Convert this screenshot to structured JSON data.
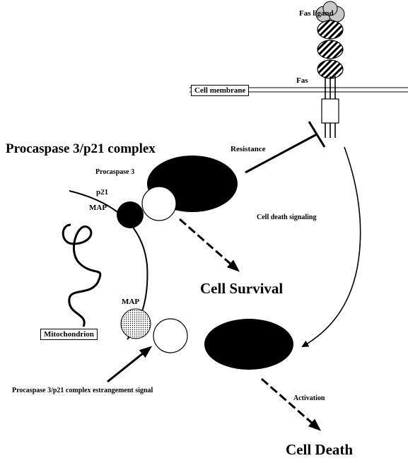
{
  "labels": {
    "fas_ligand": "Fas ligand",
    "fas": "Fas",
    "cell_membrane": "Cell membrane",
    "complex_title": "Procaspase 3/p21 complex",
    "resistance": "Resistance",
    "procaspase3": "Procaspase 3",
    "p21": "p21",
    "map_top": "MAP",
    "cell_death_signaling": "Cell death signaling",
    "cell_survival": "Cell Survival",
    "map_bottom": "MAP",
    "mitochondrion": "Mitochondrion",
    "estrangement_signal": "Procaspase 3/p21 complex estrangement signal",
    "activation": "Activation",
    "cell_death": "Cell Death"
  },
  "colors": {
    "ink": "#000000",
    "ligand_gray": "#c8c8c8",
    "map_stipple": "#d9d9d9"
  }
}
